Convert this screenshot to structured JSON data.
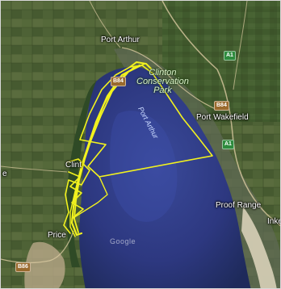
{
  "map": {
    "labels": {
      "port_arthur_town": "Port Arthur",
      "clinton_park": "Clinton",
      "clinton_park_line2": "Conservation",
      "clinton_park_line3": "Park",
      "port_wakefield": "Port Wakefield",
      "port_arthur_water": "Port Arthur",
      "clinton_town": "Clint",
      "proof_range": "Proof Range",
      "price": "Price",
      "inkerman": "Inke",
      "left_edge": "e"
    },
    "road_shields": {
      "a1_top": "A1",
      "a1_mid": "A1",
      "b84_left": "B84",
      "b84_right": "B84",
      "b86": "B86"
    },
    "watermark": "Google",
    "colors": {
      "track": "#f2f21e",
      "water": "#2b3575",
      "land": "#4a5a32",
      "shield_a": "#2e8b3d",
      "shield_b": "#9a6a2e"
    }
  }
}
